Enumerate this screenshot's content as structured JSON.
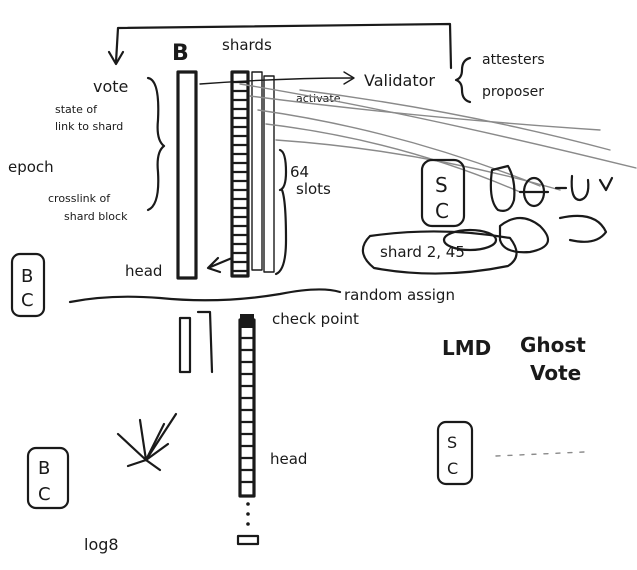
{
  "labels": {
    "b": "B",
    "shards": "shards",
    "vote": "vote",
    "state_line1": "state of",
    "state_line2": "link to shard",
    "epoch": "epoch",
    "crosslink_line1": "crosslink of",
    "crosslink_line2": "shard block",
    "slots_line1": "64",
    "slots_line2": "slots",
    "head_top": "head",
    "activate": "activate",
    "validator": "Validator",
    "attesters": "attesters",
    "proposer": "proposer",
    "sc_top_1": "S",
    "sc_top_2": "C",
    "shard_ids": "shard 2, 45",
    "bc_top_1": "B",
    "bc_top_2": "C",
    "random_assign": "random assign",
    "check_point": "check point",
    "lmd": "LMD",
    "ghost": "Ghost",
    "ghost_vote": "Vote",
    "head_bottom": "head",
    "bc_bottom_1": "B",
    "bc_bottom_2": "C",
    "sc_bottom_1": "S",
    "sc_bottom_2": "C",
    "log8": "log8"
  }
}
